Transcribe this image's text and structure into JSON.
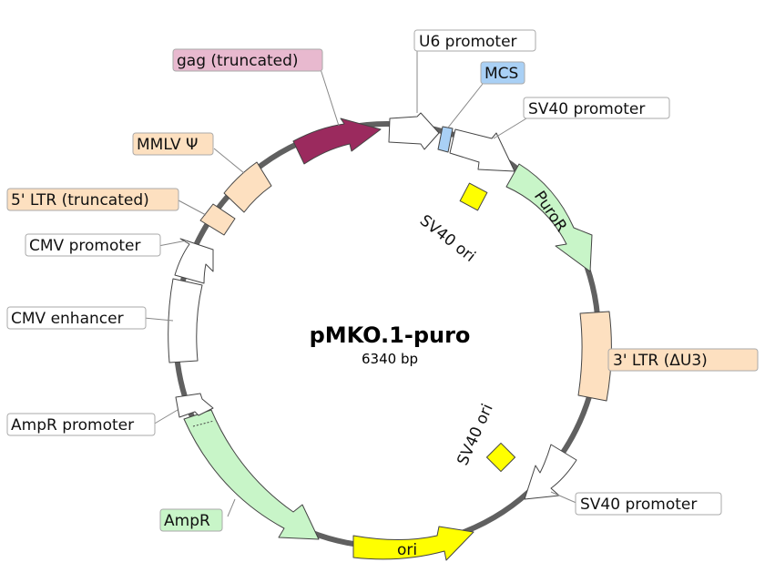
{
  "plasmid": {
    "name": "pMKO.1-puro",
    "size": "6340 bp",
    "backbone_color": "#606060"
  },
  "colors": {
    "promoter": "#ffffff",
    "ltr": "#fde0c0",
    "resistance": "#c8f5c8",
    "gag": "#9b2a5e",
    "gag_label": "#e8b9cf",
    "mcs": "#a9d0f5",
    "origin": "#ffff00",
    "label_bg": "#ffffff"
  },
  "features": [
    {
      "id": "u6-promoter",
      "label": "U6 promoter",
      "color": "#ffffff",
      "label_bg": "#ffffff"
    },
    {
      "id": "mcs",
      "label": "MCS",
      "color": "#a9d0f5",
      "label_bg": "#a9d0f5"
    },
    {
      "id": "sv40-promoter-top",
      "label": "SV40 promoter",
      "color": "#ffffff",
      "label_bg": "#ffffff"
    },
    {
      "id": "puror",
      "label": "PuroR",
      "color": "#c8f5c8",
      "label_bg": "none"
    },
    {
      "id": "ltr3",
      "label": "3' LTR (ΔU3)",
      "color": "#fde0c0",
      "label_bg": "#fde0c0"
    },
    {
      "id": "sv40-promoter-bottom",
      "label": "SV40 promoter",
      "color": "#ffffff",
      "label_bg": "#ffffff"
    },
    {
      "id": "ori",
      "label": "ori",
      "color": "#ffff00",
      "label_bg": "none"
    },
    {
      "id": "ampr",
      "label": "AmpR",
      "color": "#c8f5c8",
      "label_bg": "#c8f5c8"
    },
    {
      "id": "ampr-promoter",
      "label": "AmpR promoter",
      "color": "#ffffff",
      "label_bg": "#ffffff"
    },
    {
      "id": "cmv-enhancer",
      "label": "CMV enhancer",
      "color": "#ffffff",
      "label_bg": "#ffffff"
    },
    {
      "id": "cmv-promoter",
      "label": "CMV promoter",
      "color": "#ffffff",
      "label_bg": "#ffffff"
    },
    {
      "id": "ltr5",
      "label": "5' LTR (truncated)",
      "color": "#fde0c0",
      "label_bg": "#fde0c0"
    },
    {
      "id": "mmlv-psi",
      "label": "MMLV Ψ",
      "color": "#fde0c0",
      "label_bg": "#fde0c0"
    },
    {
      "id": "gag",
      "label": "gag (truncated)",
      "color": "#9b2a5e",
      "label_bg": "#e8b9cf"
    },
    {
      "id": "sv40-ori-top",
      "label": "SV40 ori",
      "color": "#ffff00",
      "label_bg": "none"
    },
    {
      "id": "sv40-ori-bottom",
      "label": "SV40 ori",
      "color": "#ffff00",
      "label_bg": "none"
    }
  ]
}
